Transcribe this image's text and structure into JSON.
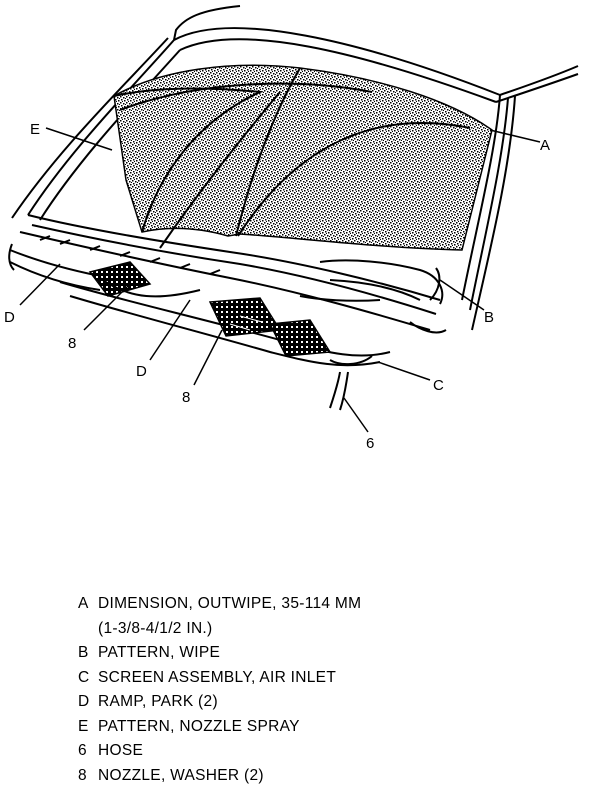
{
  "callouts": {
    "a": "A",
    "b": "B",
    "c": "C",
    "d1": "D",
    "d2": "D",
    "e": "E",
    "hose": "6",
    "nozzle1": "8",
    "nozzle2": "8"
  },
  "legend": [
    {
      "key": "A",
      "text": "DIMENSION, OUTWIPE, 35-114 MM"
    },
    {
      "key": "",
      "text": "(1-3/8-4/1/2 IN.)"
    },
    {
      "key": "B",
      "text": "PATTERN, WIPE"
    },
    {
      "key": "C",
      "text": "SCREEN ASSEMBLY, AIR INLET"
    },
    {
      "key": "D",
      "text": "RAMP, PARK (2)"
    },
    {
      "key": "E",
      "text": "PATTERN, NOZZLE SPRAY"
    },
    {
      "key": "6",
      "text": "HOSE"
    },
    {
      "key": "8",
      "text": "NOZZLE, WASHER (2)"
    }
  ]
}
